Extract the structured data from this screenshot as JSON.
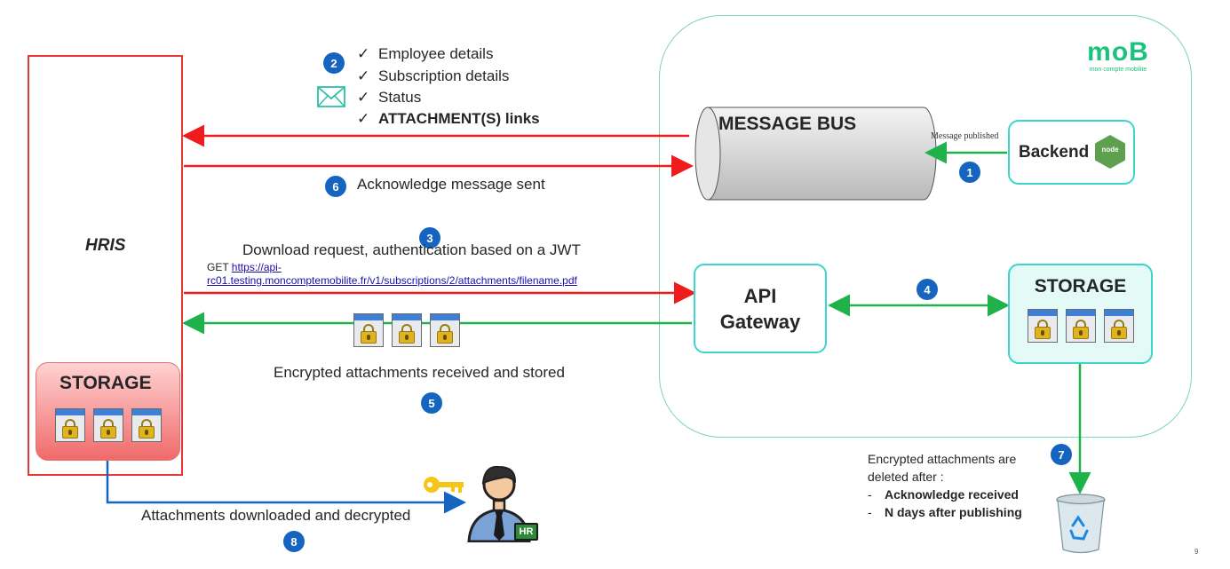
{
  "brand": {
    "logo_text": "moB",
    "tagline": "mon compte mobilite"
  },
  "hris": {
    "label": "HRIS",
    "storage_label": "STORAGE"
  },
  "message_bus": {
    "label": "MESSAGE BUS",
    "published_note": "Message published"
  },
  "backend": {
    "label": "Backend",
    "node_logo_text": "node"
  },
  "api_gateway": {
    "line1": "API",
    "line2": "Gateway"
  },
  "storage": {
    "label": "STORAGE"
  },
  "message_items": [
    "Employee details",
    "Subscription details",
    "Status",
    "ATTACHMENT(S) links"
  ],
  "steps": {
    "s1": "1",
    "s2": "2",
    "s3": "3",
    "s4": "4",
    "s5": "5",
    "s6": "6",
    "s7": "7",
    "s8": "8"
  },
  "texts": {
    "ack_sent": "Acknowledge message sent",
    "download_request": "Download request, authentication based on a JWT",
    "get_prefix": "GET ",
    "url_line1": "https://api-",
    "url_line2": "rc01.testing.moncomptemobilite.fr/v1/subscriptions/2/attachments/filename.pdf",
    "received_stored": "Encrypted attachments received and stored",
    "deleted_line1": "Encrypted attachments are",
    "deleted_line2": "deleted after :",
    "deleted_item1": "Acknowledge received",
    "deleted_item2": "N days after publishing",
    "downloaded_decrypted": "Attachments downloaded and decrypted",
    "hr_badge": "HR",
    "page_number": "9"
  },
  "colors": {
    "red_arrow": "#ee1c1c",
    "green_arrow": "#1fb24a",
    "blue_arrow": "#1565c0",
    "teal": "#3ad6c9",
    "mob_green": "#19c37d"
  }
}
